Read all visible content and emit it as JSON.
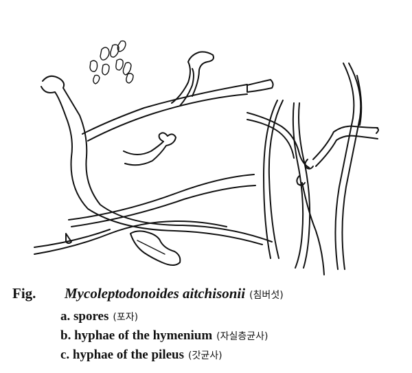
{
  "figure": {
    "label": "Fig.",
    "species": "Mycoleptodonoides aitchisonii",
    "korean_name": "(침버섯)",
    "items": [
      {
        "text": "a. spores",
        "korean": "(포자)"
      },
      {
        "text": "b. hyphae of the hymenium",
        "korean": "(자실층균사)"
      },
      {
        "text": "c. hyphae of the pileus",
        "korean": "(갓균사)"
      }
    ]
  }
}
